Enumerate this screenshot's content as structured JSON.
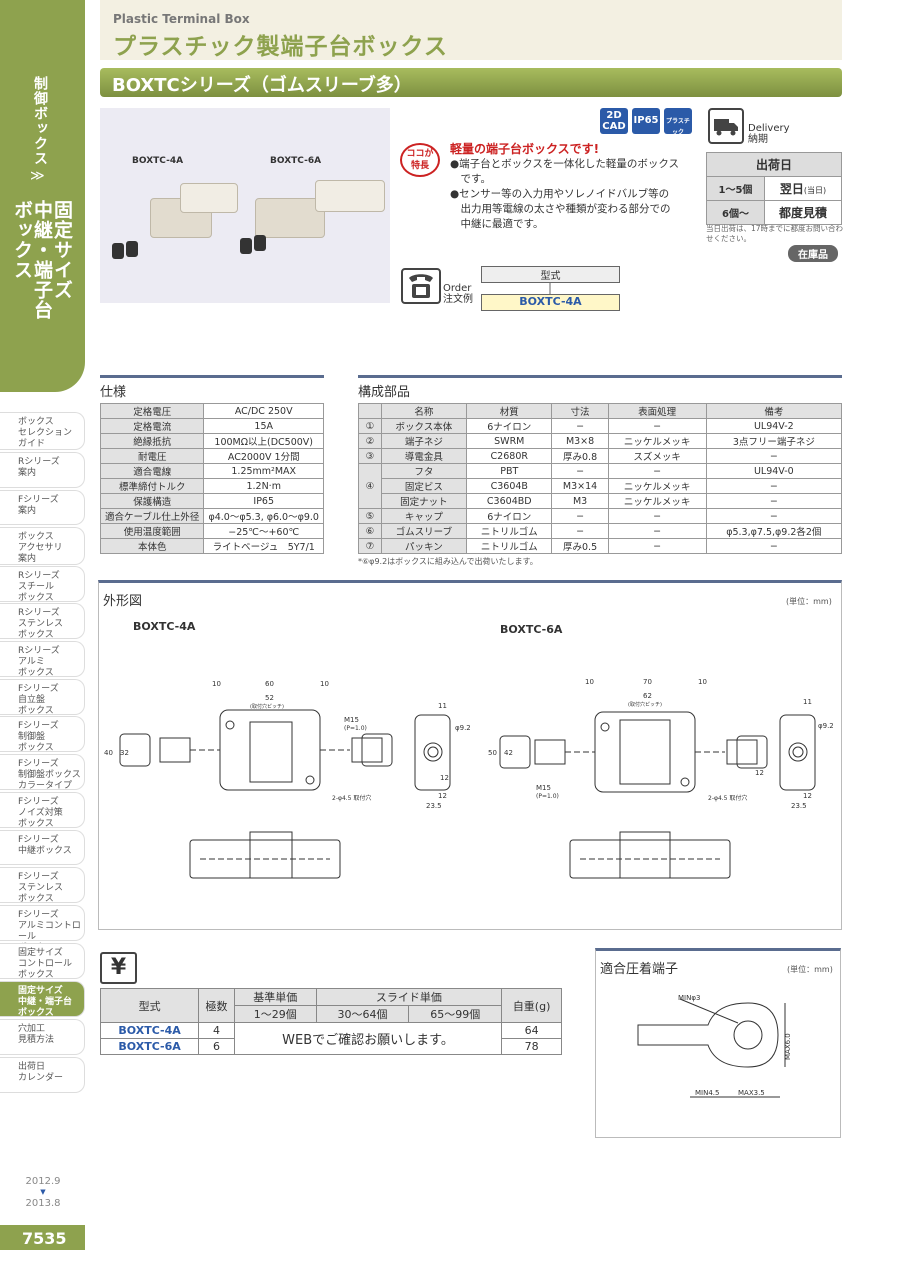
{
  "sidebar": {
    "category_main": "制御ボックス",
    "category_sub": "固定サイズ\n中継・端子台\nボックス",
    "nav": [
      "ボックス\nセレクション\nガイド",
      "Rシリーズ\n案内",
      "Fシリーズ\n案内",
      "ボックス\nアクセサリ\n案内",
      "Rシリーズ\nスチール\nボックス",
      "Rシリーズ\nステンレス\nボックス",
      "Rシリーズ\nアルミ\nボックス",
      "Fシリーズ\n自立盤\nボックス",
      "Fシリーズ\n制御盤\nボックス",
      "Fシリーズ\n制御盤ボックス\nカラータイプ",
      "Fシリーズ\nノイズ対策\nボックス",
      "Fシリーズ\n中継ボックス",
      "Fシリーズ\nステンレス\nボックス",
      "Fシリーズ\nアルミコントロール\nボックス",
      "固定サイズ\nコントロール\nボックス",
      "固定サイズ\n中継・端子台\nボックス",
      "穴加工\n見積方法",
      "出荷日\nカレンダー"
    ],
    "period_start": "2012.9",
    "period_end": "2013.8",
    "page_number": "7535"
  },
  "header": {
    "title_en": "Plastic Terminal Box",
    "title_jp": "プラスチック製端子台ボックス",
    "series": "BOXTCシリーズ（ゴムスリーブ多）"
  },
  "photo": {
    "label_a": "BOXTC-4A",
    "label_b": "BOXTC-6A"
  },
  "badges": {
    "cad": "2D\nCAD",
    "ip": "IP65",
    "material": "プラスチック"
  },
  "feature": {
    "circle": "ココが\n特長",
    "title": "軽量の端子台ボックスです!",
    "bullet1a": "●端子台とボックスを一体化した軽量のボックス",
    "bullet1b": "　です。",
    "bullet2a": "●センサー等の入力用やソレノイドバルブ等の",
    "bullet2b": "　出力用等電線の太さや種類が変わる部分での",
    "bullet2c": "　中継に最適です。"
  },
  "delivery": {
    "label_en": "Delivery",
    "label_jp": "納期",
    "header": "出荷日",
    "row1_qty": "1〜5個",
    "row1_val": "翌日",
    "row1_note": "(当日)",
    "row2_qty": "6個〜",
    "row2_val": "都度見積",
    "note": "当日出荷は、17時までに都度お問い合わせください。",
    "stock": "在庫品"
  },
  "order": {
    "label_en": "Order",
    "label_jp": "注文例",
    "key": "型式",
    "value": "BOXTC-4A"
  },
  "spec": {
    "title": "仕様",
    "rows": [
      [
        "定格電圧",
        "AC/DC 250V"
      ],
      [
        "定格電流",
        "15A"
      ],
      [
        "絶縁抵抗",
        "100MΩ以上(DC500V)"
      ],
      [
        "耐電圧",
        "AC2000V 1分間"
      ],
      [
        "適合電線",
        "1.25mm²MAX"
      ],
      [
        "標準締付トルク",
        "1.2N·m"
      ],
      [
        "保護構造",
        "IP65"
      ],
      [
        "適合ケーブル仕上外径",
        "φ4.0〜φ5.3, φ6.0〜φ9.0"
      ],
      [
        "使用温度範囲",
        "−25℃〜+60℃"
      ],
      [
        "本体色",
        "ライトベージュ　5Y7/1"
      ]
    ]
  },
  "parts": {
    "title": "構成部品",
    "headers": [
      "",
      "名称",
      "材質",
      "寸法",
      "表面処理",
      "備考"
    ],
    "rows": [
      [
        "①",
        "ボックス本体",
        "6ナイロン",
        "−",
        "−",
        "UL94V-2"
      ],
      [
        "②",
        "端子ネジ",
        "SWRM",
        "M3×8",
        "ニッケルメッキ",
        "3点フリー端子ネジ"
      ],
      [
        "③",
        "導電金具",
        "C2680R",
        "厚み0.8",
        "スズメッキ",
        "−"
      ],
      [
        "④",
        "フタ",
        "PBT",
        "−",
        "−",
        "UL94V-0"
      ],
      [
        "",
        "固定ビス",
        "C3604B",
        "M3×14",
        "ニッケルメッキ",
        "−"
      ],
      [
        "",
        "固定ナット",
        "C3604BD",
        "M3",
        "ニッケルメッキ",
        "−"
      ],
      [
        "⑤",
        "キャップ",
        "6ナイロン",
        "−",
        "−",
        "−"
      ],
      [
        "⑥",
        "ゴムスリーブ",
        "ニトリルゴム",
        "−",
        "−",
        "φ5.3,φ7.5,φ9.2各2個"
      ],
      [
        "⑦",
        "パッキン",
        "ニトリルゴム",
        "厚み0.5",
        "−",
        "−"
      ]
    ],
    "note": "*⑥φ9.2はボックスに組み込んで出荷いたします。"
  },
  "drawing": {
    "title": "外形図",
    "unit": "(単位：mm)",
    "label_a": "BOXTC-4A",
    "label_b": "BOXTC-6A",
    "dims_a": {
      "w1": "10",
      "w2": "60",
      "w3": "10",
      "pitch": "52",
      "pitch_note": "(取付穴ピッチ)",
      "h1": "40",
      "h2": "32",
      "m": "M15",
      "m2": "(P=1.0)",
      "hole": "2-φ4.5 取付穴",
      "s1": "11",
      "s2": "φ9.2",
      "s3": "12",
      "s4": "12",
      "s5": "23.5"
    },
    "dims_b": {
      "w1": "10",
      "w2": "70",
      "w3": "10",
      "pitch": "62",
      "pitch_note": "(取付穴ピッチ)",
      "h1": "50",
      "h2": "42",
      "m": "M15",
      "m2": "(P=1.0)",
      "hole": "2-φ4.5 取付穴",
      "s1": "11",
      "s2": "φ9.2",
      "s3": "12",
      "s4": "12",
      "s5": "23.5"
    }
  },
  "price": {
    "headers": {
      "model": "型式",
      "poles": "極数",
      "base": "基準単価",
      "slide": "スライド単価",
      "weight": "自重(g)"
    },
    "ranges": [
      "1〜29個",
      "30〜64個",
      "65〜99個"
    ],
    "rows": [
      {
        "model": "BOXTC-4A",
        "poles": "4",
        "weight": "64"
      },
      {
        "model": "BOXTC-6A",
        "poles": "6",
        "weight": "78"
      }
    ],
    "web": "WEBでご確認お願いします。"
  },
  "terminal": {
    "title": "適合圧着端子",
    "unit": "(単位：mm)",
    "min_hole": "MINφ3",
    "max_h": "MAX6.0",
    "min_l": "MIN4.5",
    "max_l": "MAX3.5"
  }
}
